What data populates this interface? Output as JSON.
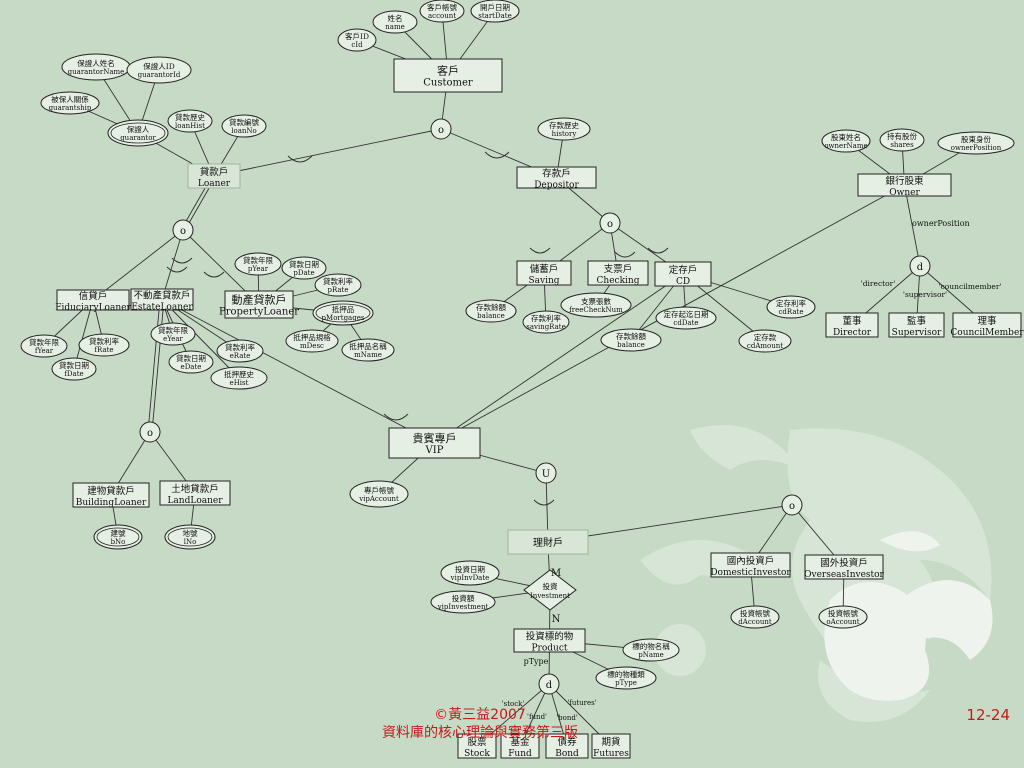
{
  "footer": {
    "copyright": "©黃三益2007",
    "book": "資料庫的核心理論與實務第三版",
    "page": "12-24"
  },
  "colors": {
    "background": "#c7dac6",
    "footer_text": "#c61a1a",
    "entity_fill": "#e6efe4"
  },
  "entities": [
    {
      "id": "customer",
      "zh": "客戶",
      "en": "Customer"
    },
    {
      "id": "loaner",
      "zh": "貸款戶",
      "en": "Loaner",
      "faded": true
    },
    {
      "id": "depositor",
      "zh": "存款戶",
      "en": "Depositor"
    },
    {
      "id": "owner",
      "zh": "銀行股東",
      "en": "Owner"
    },
    {
      "id": "fiduciaryloaner",
      "zh": "信貸戶",
      "en": "FiduciaryLoaner"
    },
    {
      "id": "estateloaner",
      "zh": "不動產貸款戶",
      "en": "EstateLoaner"
    },
    {
      "id": "propertyloaner",
      "zh": "動產貸款戶",
      "en": "PropertyLoaner"
    },
    {
      "id": "saving",
      "zh": "儲蓄戶",
      "en": "Saving"
    },
    {
      "id": "checking",
      "zh": "支票戶",
      "en": "Checking"
    },
    {
      "id": "cd",
      "zh": "定存戶",
      "en": "CD"
    },
    {
      "id": "director",
      "zh": "董事",
      "en": "Director"
    },
    {
      "id": "supervisor",
      "zh": "監事",
      "en": "Supervisor"
    },
    {
      "id": "councilmember",
      "zh": "理事",
      "en": "CouncilMember"
    },
    {
      "id": "buildingloaner",
      "zh": "建物貸款戶",
      "en": "BuildingLoaner"
    },
    {
      "id": "landloaner",
      "zh": "土地貸款戶",
      "en": "LandLoaner"
    },
    {
      "id": "vip",
      "zh": "貴賓專戶",
      "en": "VIP"
    },
    {
      "id": "wealth",
      "zh": "理財戶",
      "en": "",
      "faded": true
    },
    {
      "id": "domesticinvestor",
      "zh": "國內投資戶",
      "en": "DomesticInvestor"
    },
    {
      "id": "overseasinvestor",
      "zh": "國外投資戶",
      "en": "OverseasInvestor"
    },
    {
      "id": "product",
      "zh": "投資標的物",
      "en": "Product"
    },
    {
      "id": "stock",
      "zh": "股票",
      "en": "Stock"
    },
    {
      "id": "fund",
      "zh": "基金",
      "en": "Fund"
    },
    {
      "id": "bond",
      "zh": "債券",
      "en": "Bond"
    },
    {
      "id": "futures",
      "zh": "期貨",
      "en": "Futures"
    }
  ],
  "attributes": [
    {
      "id": "cid",
      "zh": "客戶ID",
      "en": "cId"
    },
    {
      "id": "name",
      "zh": "姓名",
      "en": "name"
    },
    {
      "id": "account",
      "zh": "客戶帳號",
      "en": "account"
    },
    {
      "id": "startdate",
      "zh": "開戶日期",
      "en": "startDate"
    },
    {
      "id": "guarantorname",
      "zh": "保證人姓名",
      "en": "guarantorName"
    },
    {
      "id": "guarantorid",
      "zh": "保證人ID",
      "en": "guarantorId"
    },
    {
      "id": "guarantship",
      "zh": "被保人關係",
      "en": "guarantship"
    },
    {
      "id": "guarantor",
      "zh": "保證人",
      "en": "guarantor",
      "multi": true
    },
    {
      "id": "loanhist",
      "zh": "貸款歷史",
      "en": "loanHist"
    },
    {
      "id": "loanno",
      "zh": "貸款編號",
      "en": "loanNo"
    },
    {
      "id": "history",
      "zh": "存款歷史",
      "en": "history"
    },
    {
      "id": "ownername",
      "zh": "股東姓名",
      "en": "ownerName"
    },
    {
      "id": "shares",
      "zh": "持有股份",
      "en": "shares"
    },
    {
      "id": "ownerposition",
      "zh": "股東身份",
      "en": "ownerPosition"
    },
    {
      "id": "pyear",
      "zh": "貸款年限",
      "en": "pYear"
    },
    {
      "id": "pdate",
      "zh": "貸款日期",
      "en": "pDate"
    },
    {
      "id": "prate",
      "zh": "貸款利率",
      "en": "pRate"
    },
    {
      "id": "pmortgages",
      "zh": "抵押品",
      "en": "pMortgages",
      "multi": true
    },
    {
      "id": "mdesc",
      "zh": "抵押品規格",
      "en": "mDesc"
    },
    {
      "id": "mname",
      "zh": "抵押品名稱",
      "en": "mName"
    },
    {
      "id": "fyear",
      "zh": "貸款年限",
      "en": "fYear"
    },
    {
      "id": "frate",
      "zh": "貸款利率",
      "en": "fRate"
    },
    {
      "id": "fdate",
      "zh": "貸款日期",
      "en": "fDate"
    },
    {
      "id": "eyear",
      "zh": "貸款年限",
      "en": "eYear"
    },
    {
      "id": "erate",
      "zh": "貸款利率",
      "en": "eRate"
    },
    {
      "id": "edate",
      "zh": "貸款日期",
      "en": "eDate"
    },
    {
      "id": "ehist",
      "zh": "抵押歷史",
      "en": "eHist"
    },
    {
      "id": "sbalance",
      "zh": "存款餘額",
      "en": "balance"
    },
    {
      "id": "savingrate",
      "zh": "存款利率",
      "en": "savingRate"
    },
    {
      "id": "freechecknum",
      "zh": "支票張數",
      "en": "freeCheckNum"
    },
    {
      "id": "cbalance",
      "zh": "存款餘額",
      "en": "balance"
    },
    {
      "id": "cddate",
      "zh": "定存起迄日期",
      "en": "cdDate"
    },
    {
      "id": "cdrate",
      "zh": "定存利率",
      "en": "cdRate"
    },
    {
      "id": "cdamount",
      "zh": "定存款",
      "en": "cdAmount"
    },
    {
      "id": "bno",
      "zh": "建號",
      "en": "bNo",
      "multi": true
    },
    {
      "id": "lno",
      "zh": "地號",
      "en": "lNo",
      "multi": true
    },
    {
      "id": "vipaccount",
      "zh": "專戶帳號",
      "en": "vipAccount"
    },
    {
      "id": "vipinvdate",
      "zh": "投資日期",
      "en": "vipInvDate"
    },
    {
      "id": "vipinvestment",
      "zh": "投資額",
      "en": "vipInvestment"
    },
    {
      "id": "daccount",
      "zh": "投資帳號",
      "en": "dAccount"
    },
    {
      "id": "oaccount",
      "zh": "投資帳號",
      "en": "oAccount"
    },
    {
      "id": "pname",
      "zh": "標的物名稱",
      "en": "pName"
    },
    {
      "id": "ptypeattr",
      "zh": "標的物種類",
      "en": "pType"
    }
  ],
  "relationship": {
    "zh": "投資",
    "en": "Investment"
  },
  "specialization_symbols": {
    "overlap": "o",
    "disjoint": "d",
    "union": "U"
  },
  "labels": {
    "cardinality_m": "M",
    "cardinality_n": "N",
    "owner_position": "ownerPosition",
    "director_value": "'director'",
    "supervisor_value": "'supervisor'",
    "councilmember_value": "'councilmember'",
    "ptype_discriminator": "pType",
    "stock_value": "'stock'",
    "fund_value": "'fund'",
    "bond_value": "'bond'",
    "futures_value": "'futures'"
  }
}
